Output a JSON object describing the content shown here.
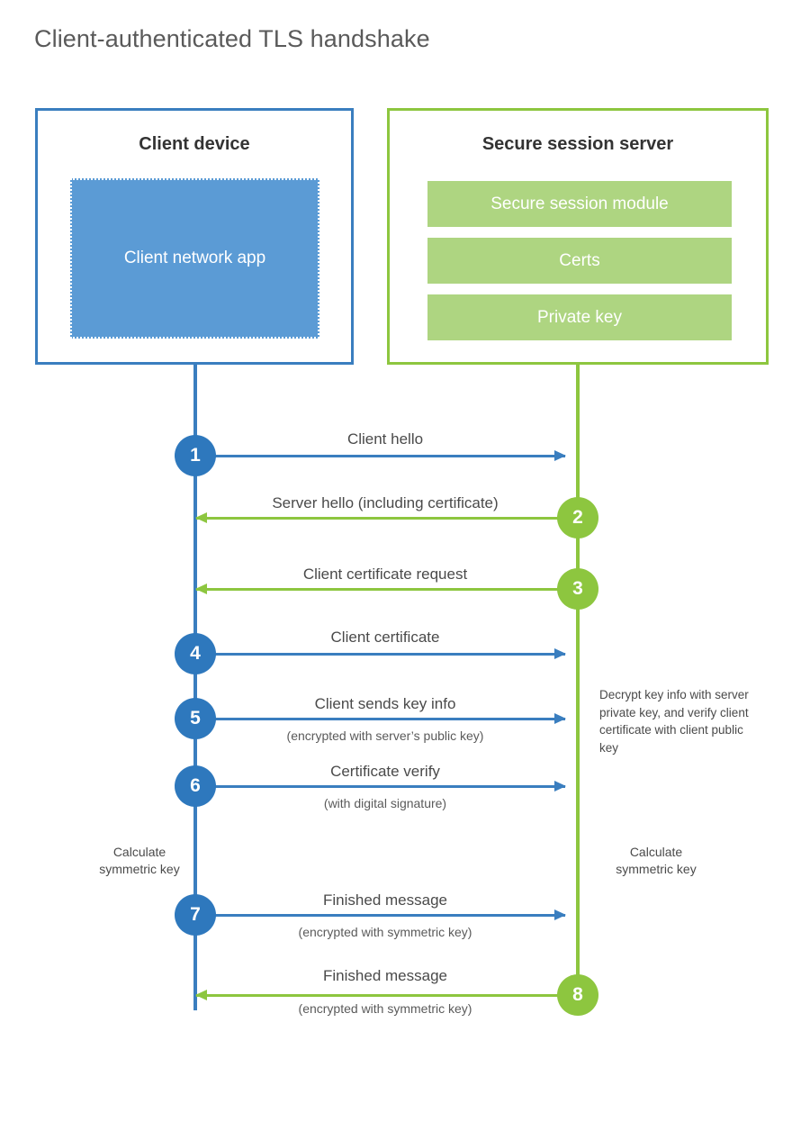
{
  "page": {
    "title": "Client-authenticated TLS handshake",
    "background": "#ffffff"
  },
  "colors": {
    "client_blue": "#3a7ebf",
    "client_app_fill": "#5b9bd5",
    "server_green": "#8dc63f",
    "server_bar_fill": "#aed581",
    "step_blue": "#2e78bd",
    "step_green": "#8dc63f",
    "text": "#4a4a4a",
    "title_text": "#5a5a5a"
  },
  "participants": [
    {
      "id": "client",
      "title": "Client device",
      "side": "left",
      "inner_blocks": [
        {
          "label": "Client network app",
          "style": "solid-fill"
        }
      ]
    },
    {
      "id": "server",
      "title": "Secure session server",
      "side": "right",
      "inner_blocks": [
        {
          "label": "Secure session module",
          "style": "bar"
        },
        {
          "label": "Certs",
          "style": "bar"
        },
        {
          "label": "Private key",
          "style": "bar"
        }
      ]
    }
  ],
  "steps": [
    {
      "number": "1",
      "direction": "client-to-server",
      "label": "Client hello",
      "sublabel": "",
      "color": "#2e78bd"
    },
    {
      "number": "2",
      "direction": "server-to-client",
      "label": "Server hello (including certificate)",
      "sublabel": "",
      "color": "#8dc63f"
    },
    {
      "number": "3",
      "direction": "server-to-client",
      "label": "Client certificate request",
      "sublabel": "",
      "color": "#8dc63f"
    },
    {
      "number": "4",
      "direction": "client-to-server",
      "label": "Client certificate",
      "sublabel": "",
      "color": "#2e78bd"
    },
    {
      "number": "5",
      "direction": "client-to-server",
      "label": "Client sends key info",
      "sublabel": "(encrypted with server’s public key)",
      "color": "#2e78bd"
    },
    {
      "number": "6",
      "direction": "client-to-server",
      "label": "Certificate verify",
      "sublabel": "(with digital signature)",
      "color": "#2e78bd"
    },
    {
      "number": "7",
      "direction": "client-to-server",
      "label": "Finished message",
      "sublabel": "(encrypted with symmetric key)",
      "color": "#2e78bd"
    },
    {
      "number": "8",
      "direction": "server-to-client",
      "label": "Finished message",
      "sublabel": "(encrypted with symmetric key)",
      "color": "#8dc63f"
    }
  ],
  "notes": {
    "server_decrypt": "Decrypt key info with server private key, and verify client certificate with client public key",
    "client_calculate": "Calculate\nsymmetric key",
    "server_calculate": "Calculate\nsymmetric key"
  }
}
